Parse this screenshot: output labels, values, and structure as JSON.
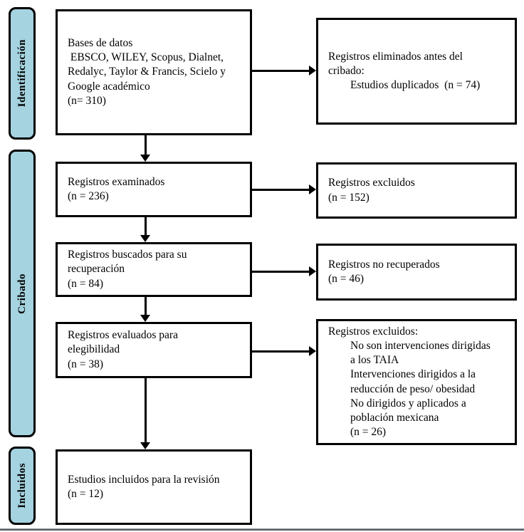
{
  "diagram": {
    "title": "PRISMA flow diagram (Spanish)",
    "stages": [
      {
        "label": "Identificación"
      },
      {
        "label": "Cribado"
      },
      {
        "label": "Incluidos"
      }
    ],
    "boxes": {
      "databases": "Bases de datos\n EBSCO, WILEY, Scopus, Dialnet,\nRedalyc, Taylor & Francis, Scielo y\nGoogle académico\n(n= 310)",
      "removed_before_screening": "Registros eliminados antes del\ncribado:\n        Estudios duplicados  (n = 74)",
      "records_screened": "Registros examinados\n(n = 236)",
      "records_excluded": "Registros excluidos\n(n = 152)",
      "records_sought": "Registros buscados para su\nrecuperación\n(n = 84)",
      "records_not_retrieved": "Registros no recuperados\n(n = 46)",
      "records_assessed": "Registros evaluados para\nelegibilidad\n(n = 38)",
      "records_excluded_reasons": "Registros excluidos:\n        No son intervenciones dirigidas\n        a los TAIA\n        Intervenciones dirigidos a la\n        reducción de peso/ obesidad\n        No dirigidos y aplicados a\n        población mexicana\n        (n = 26)",
      "studies_included": "Estudios incluidos para la revisión\n(n = 12)"
    },
    "counts": {
      "identified": 310,
      "duplicates_removed": 74,
      "screened": 236,
      "excluded": 152,
      "sought": 84,
      "not_retrieved": 46,
      "assessed": 38,
      "excluded_with_reasons": 26,
      "included": 12
    },
    "colors": {
      "stage_fill": "#a5d3e0",
      "line": "#000000",
      "bottom_rule": "#5a5f66"
    }
  }
}
